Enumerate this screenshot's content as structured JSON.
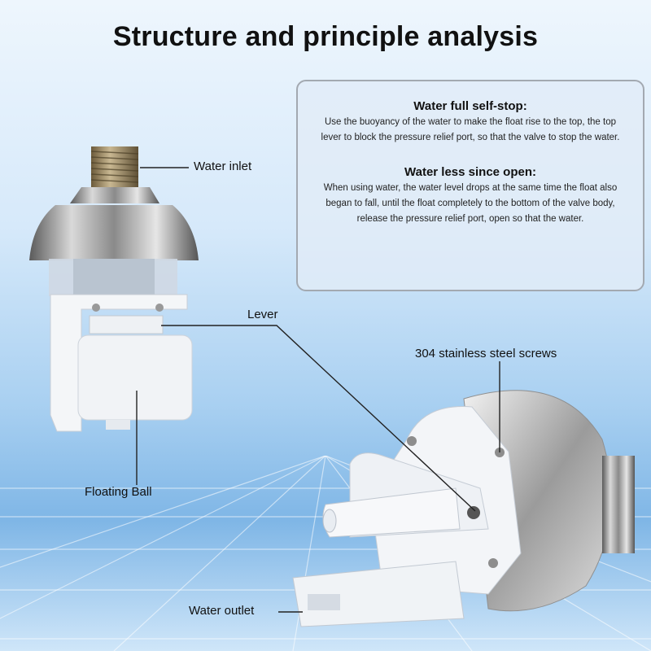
{
  "title": "Structure and principle analysis",
  "info": {
    "full_heading": "Water full self-stop:",
    "full_text": "Use the buoyancy of the water to make the float rise to the top, the top lever to block the pressure relief port, so that the valve to stop the water.",
    "less_heading": "Water less since open:",
    "less_text": "When using water, the water level drops at the same time the float also began to fall, until the float completely to the bottom of the valve body, release the pressure relief port, open so that the water."
  },
  "labels": {
    "water_inlet": "Water inlet",
    "lever": "Lever",
    "screws": "304 stainless steel screws",
    "floating_ball": "Floating Ball",
    "water_outlet": "Water outlet"
  }
}
